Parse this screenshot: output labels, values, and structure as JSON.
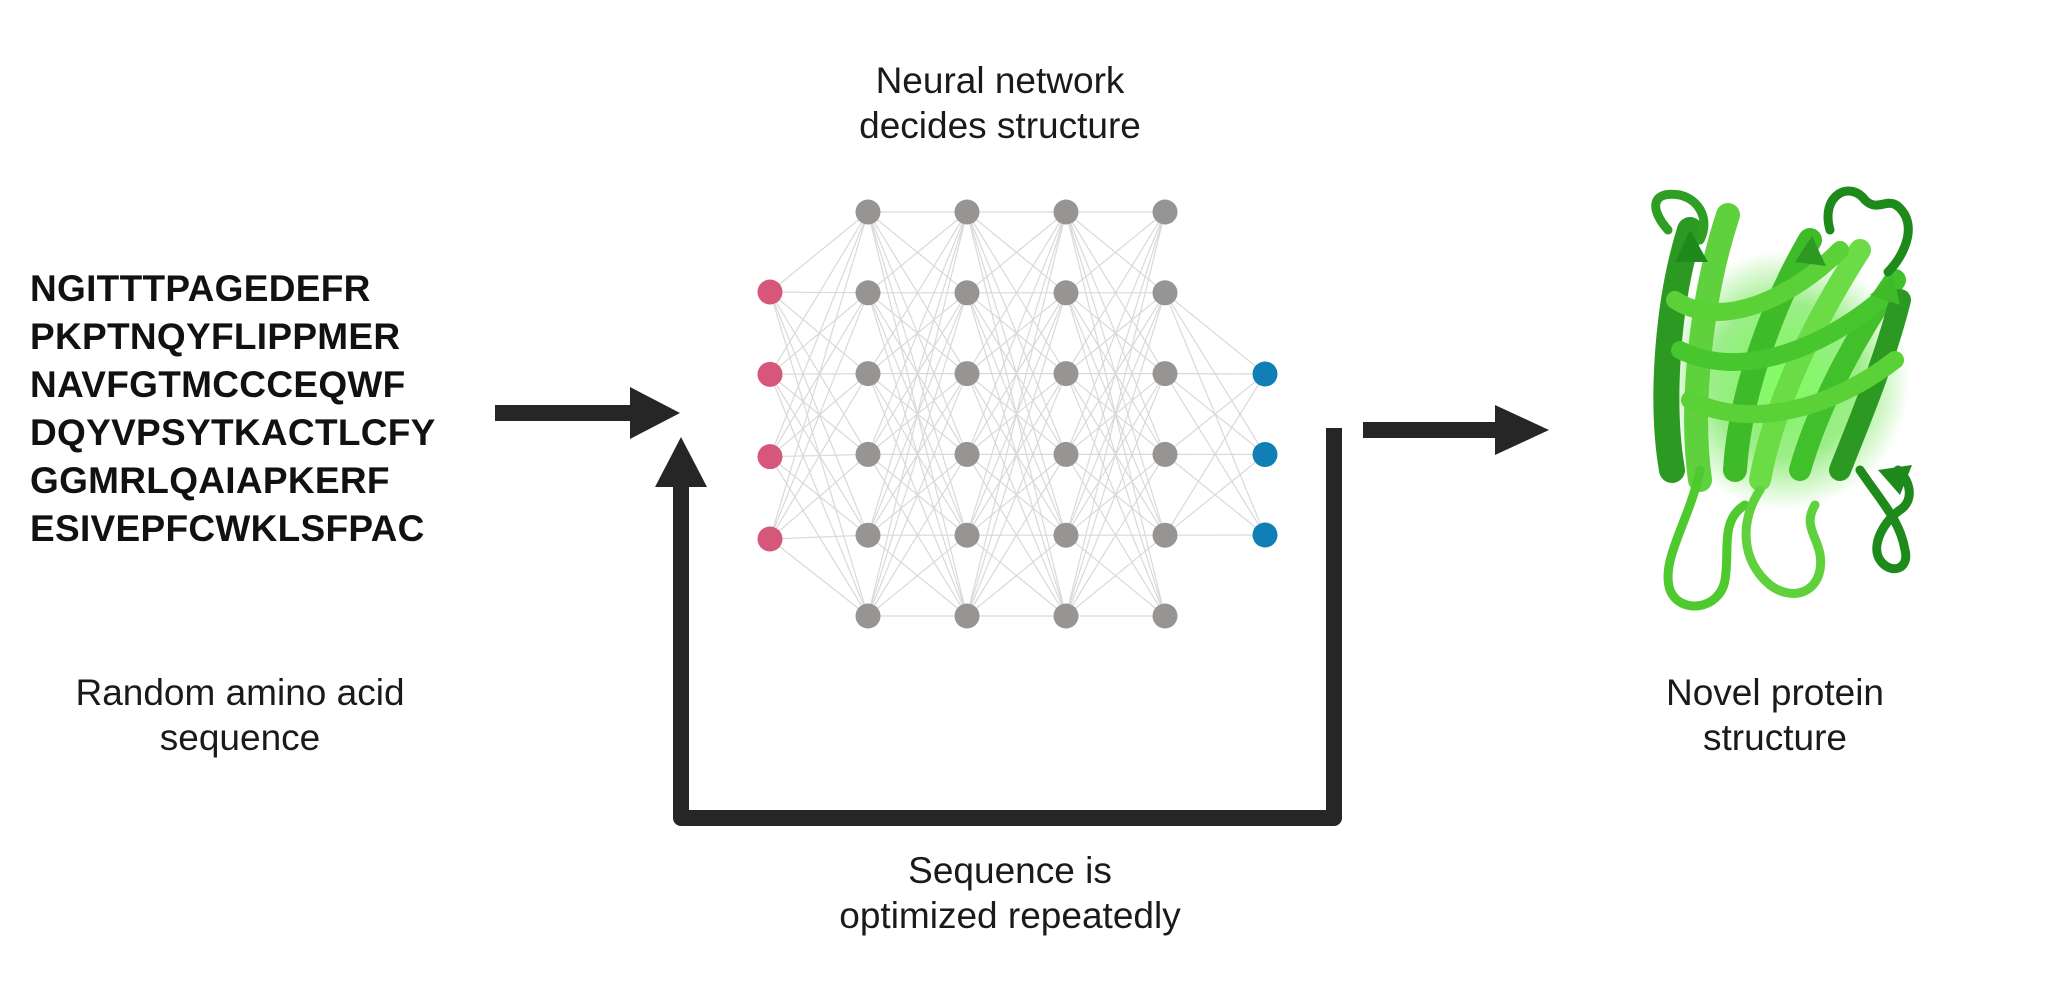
{
  "network": {
    "title_line1": "Neural network",
    "title_line2": "decides structure",
    "input_layer": {
      "node_count": 4,
      "color": "#d6577a"
    },
    "hidden_layers": {
      "layer_count": 4,
      "nodes_per_layer": 6,
      "color": "#979494"
    },
    "output_layer": {
      "node_count": 3,
      "color": "#0f7fb5"
    },
    "edge_color": "#d9d9d9"
  },
  "sequence": {
    "lines": [
      "NGITTTPAGEDEFR",
      "PKPTNQYFLIPPMER",
      "NAVFGTMCCCEQWF",
      "DQYVPSYTKACTLCFY",
      "GGMRLQAIAPKERF",
      "ESIVEPFCWKLSFPAC"
    ],
    "caption_line1": "Random amino acid",
    "caption_line2": "sequence"
  },
  "loop": {
    "caption_line1": "Sequence is",
    "caption_line2": "optimized repeatedly"
  },
  "protein": {
    "caption_line1": "Novel protein",
    "caption_line2": "structure",
    "color_light": "#4ec92e",
    "color_dark": "#1f8a1c",
    "glow_color": "#7dff5c"
  },
  "arrow_color": "#262626"
}
